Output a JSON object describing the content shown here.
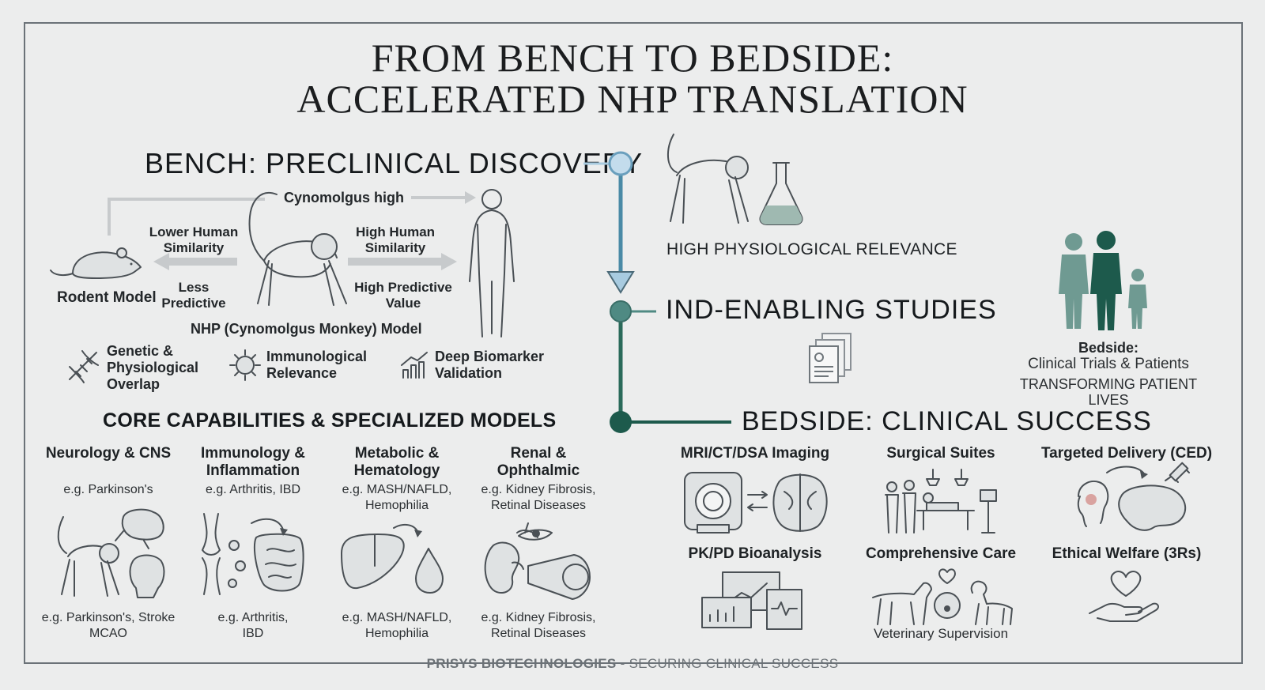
{
  "title": {
    "line1": "FROM BENCH TO BEDSIDE:",
    "line2": "ACCELERATED NHP TRANSLATION"
  },
  "bench": {
    "heading": "BENCH: PRECLINICAL DISCOVERY",
    "top_arrow_label": "Cynomolgus high",
    "lower_similarity": "Lower Human Similarity",
    "high_similarity": "High Human Similarity",
    "less_predictive": "Less Predictive",
    "high_predictive": "High Predictive Value",
    "rodent_label": "Rodent Model",
    "nhp_label": "NHP (Cynomolgus Monkey) Model",
    "features": [
      {
        "icon": "dna-icon",
        "label": "Genetic & Physiological Overlap"
      },
      {
        "icon": "virus-icon",
        "label": "Immunological Relevance"
      },
      {
        "icon": "bar-chart-icon",
        "label": "Deep Biomarker Validation"
      }
    ]
  },
  "timeline": {
    "relevance_label": "HIGH PHYSIOLOGICAL RELEVANCE",
    "ind_heading": "IND-ENABLING STUDIES",
    "bedside_heading": "BEDSIDE: CLINICAL SUCCESS",
    "colors": {
      "light": "#a8cbe0",
      "mid": "#4f8a83",
      "dark": "#1d5a4c"
    }
  },
  "bedside_card": {
    "title": "Bedside:",
    "line1": "Clinical Trials & Patients",
    "line2": "TRANSFORMING PATIENT LIVES"
  },
  "capabilities": {
    "heading": "CORE CAPABILITIES & SPECIALIZED MODELS",
    "items": [
      {
        "title": "Neurology & CNS",
        "example": "e.g. Parkinson's",
        "bottom": "e.g. Parkinson's, Stroke MCAO"
      },
      {
        "title": "Immunology & Inflammation",
        "example": "e.g. Arthritis, IBD",
        "bottom": "e.g. Arthritis, IBD"
      },
      {
        "title": "Metabolic & Hematology",
        "example": "e.g. MASH/NAFLD, Hemophilia",
        "bottom": "e.g. MASH/NAFLD, Hemophilia"
      },
      {
        "title": "Renal & Ophthalmic",
        "example": "e.g. Kidney Fibrosis, Retinal Diseases",
        "bottom": "e.g. Kidney Fibrosis, Retinal Diseases"
      }
    ]
  },
  "clinical": {
    "items": [
      {
        "title": "MRI/CT/DSA Imaging",
        "icon": "mri-scanner-icon"
      },
      {
        "title": "Surgical Suites",
        "icon": "surgical-suite-icon"
      },
      {
        "title": "Targeted Delivery (CED)",
        "icon": "targeted-delivery-icon"
      },
      {
        "title": "PK/PD Bioanalysis",
        "icon": "monitors-icon"
      },
      {
        "title": "Comprehensive Care",
        "icon": "dogs-icon",
        "caption": "Veterinary Supervision"
      },
      {
        "title": "Ethical Welfare (3Rs)",
        "icon": "heart-hand-icon"
      }
    ]
  },
  "footer": {
    "brand": "PRISYS BIOTECHNOLOGIES",
    "tagline": " - SECURING CLINICAL SUCCESS"
  }
}
